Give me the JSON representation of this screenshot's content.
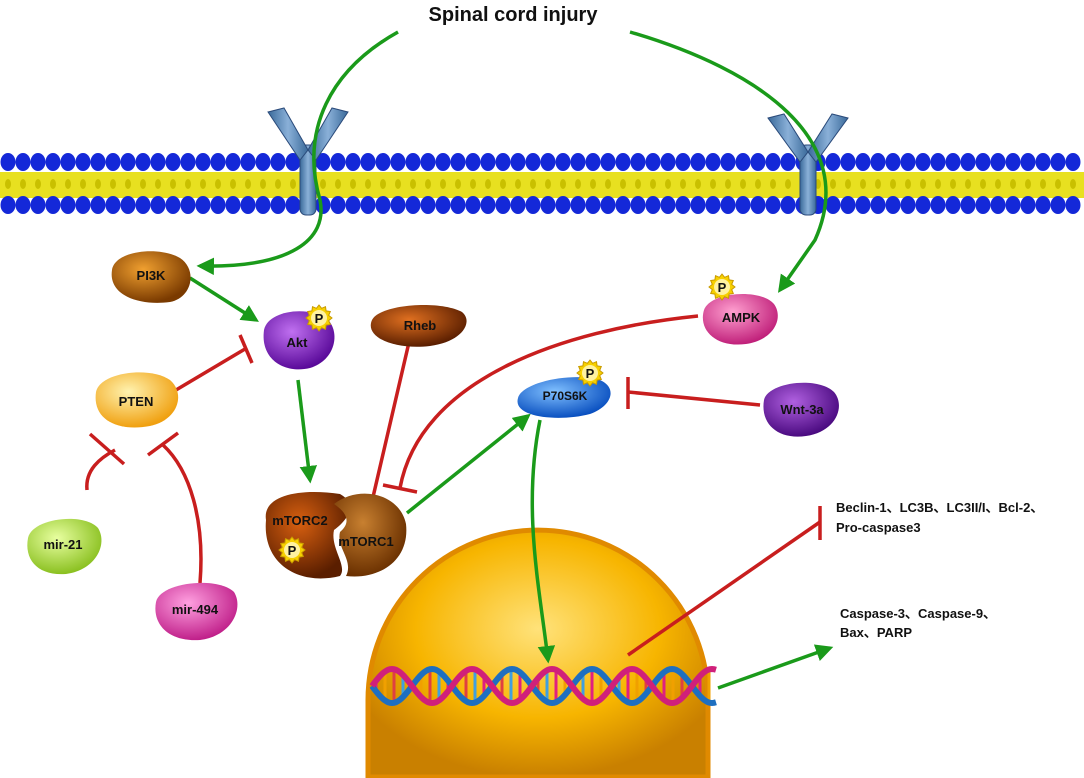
{
  "title": "Spinal cord injury",
  "nodes": {
    "pi3k": "PI3K",
    "akt": "Akt",
    "pten": "PTEN",
    "rheb": "Rheb",
    "ampk": "AMPK",
    "p70s6k": "P70S6K",
    "wnt3a": "Wnt-3a",
    "mtorc2": "mTORC2",
    "mtorc1": "mTORC1",
    "mir21": "mir-21",
    "mir494": "mir-494"
  },
  "phospho_label": "P",
  "outputs": {
    "inhibited_line1": "Beclin-1、LC3B、LC3II/I、Bcl-2、",
    "inhibited_line2": "Pro-caspase3",
    "activated_line1": "Caspase-3、Caspase-9、",
    "activated_line2": "Bax、PARP"
  },
  "colors": {
    "activation": "#1a9a1a",
    "inhibition": "#c81e1e",
    "membrane_head": "#1428d8",
    "membrane_tail": "#e8e020",
    "receptor": "#5b86b8",
    "nucleus": "#f0a800"
  }
}
